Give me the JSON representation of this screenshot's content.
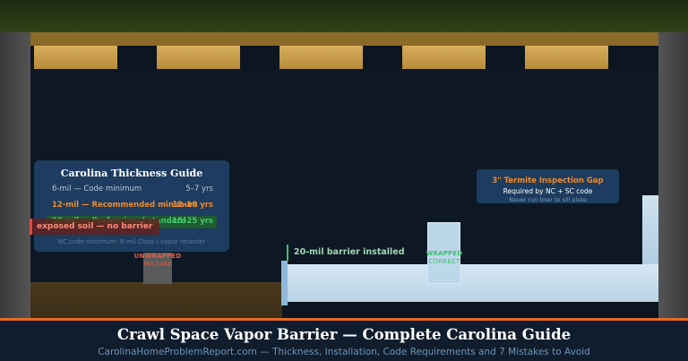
{
  "thickness_guide": {
    "title": "Carolina Thickness Guide",
    "rows": [
      {
        "label": "6-mil — Code minimum",
        "value": "5–7 yrs"
      },
      {
        "label": "12-mil — Recommended minimum",
        "value": "12–18 yrs"
      },
      {
        "label": "20-mil — Professional standard",
        "value": "15–25 yrs"
      }
    ],
    "footnote": "NC code minimum: 6-mil Class I vapor retarder"
  },
  "callouts": {
    "exposed_soil": "exposed soil — no barrier",
    "barrier_installed": "20-mil barrier installed",
    "unwrapped_line1": "UNWRAPPED",
    "unwrapped_line2": "MISTAKE",
    "wrapped_line1": "WRAPPED",
    "wrapped_line2": "CORRECT"
  },
  "termite": {
    "title": "3\" Termite Inspection Gap",
    "subtitle": "Required by NC + SC code",
    "note": "Never run liner to sill plate"
  },
  "footer": {
    "title": "Crawl Space Vapor Barrier — Complete Carolina Guide",
    "subtitle": "CarolinaHomeProblemReport.com — Thickness, Installation, Code Requirements and 7 Mistakes to Avoid"
  },
  "colors": {
    "accent_orange": "#ef8a2a",
    "accent_green": "#45c86a",
    "alert_red": "#e04a38",
    "panel_blue": "#1e4066",
    "barrier_blue": "#c6dcec"
  }
}
